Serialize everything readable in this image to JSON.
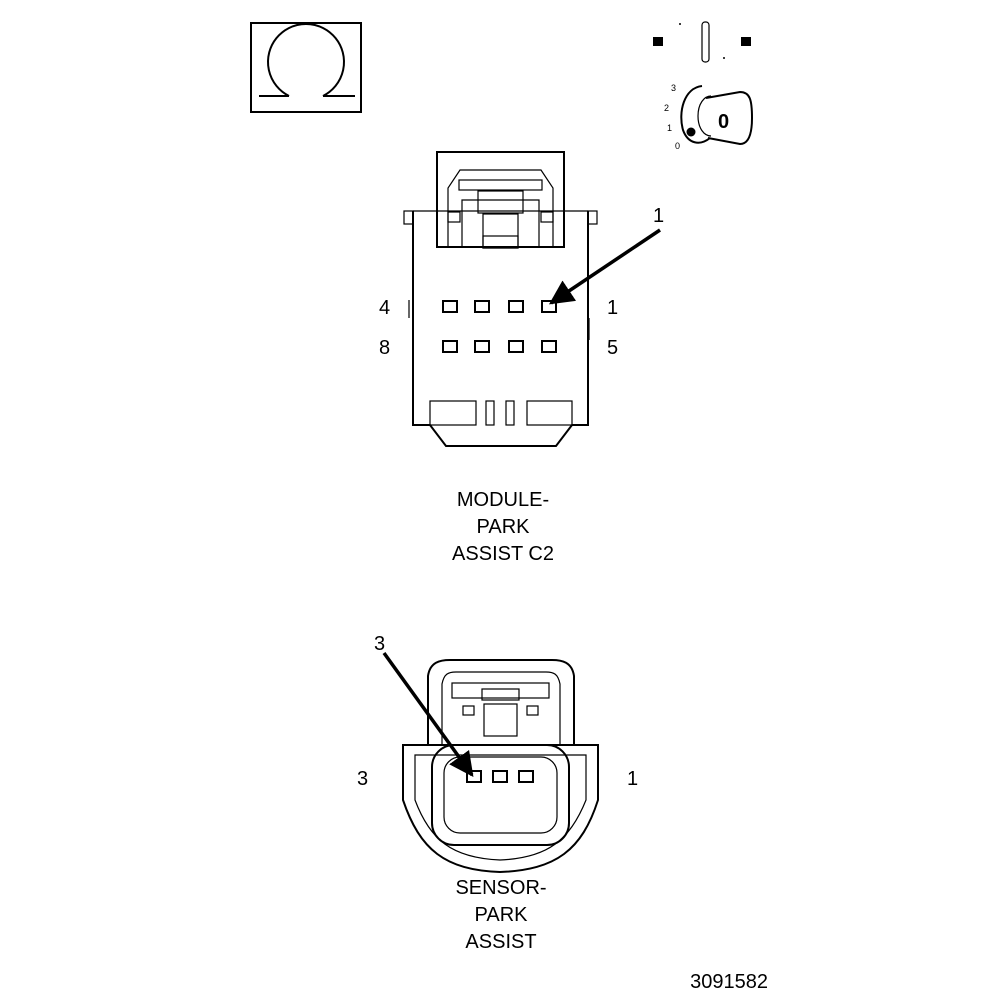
{
  "symbols": {
    "ohm_icon": "ohm-symbol",
    "ignition_icon": "ignition-key-off",
    "key_position_labels": [
      "3",
      "2",
      "1",
      "0"
    ],
    "key_label": "0"
  },
  "connector_c2": {
    "pin_label_top_left": "4",
    "pin_label_top_right": "1",
    "pin_label_bottom_left": "8",
    "pin_label_bottom_right": "5",
    "callout_number": "1",
    "caption_lines": [
      "MODULE-",
      "PARK",
      "ASSIST C2"
    ]
  },
  "connector_sensor": {
    "pin_label_left": "3",
    "pin_label_right": "1",
    "callout_number": "3",
    "caption_lines": [
      "SENSOR-",
      "PARK",
      "ASSIST"
    ]
  },
  "figure_id": "3091582"
}
